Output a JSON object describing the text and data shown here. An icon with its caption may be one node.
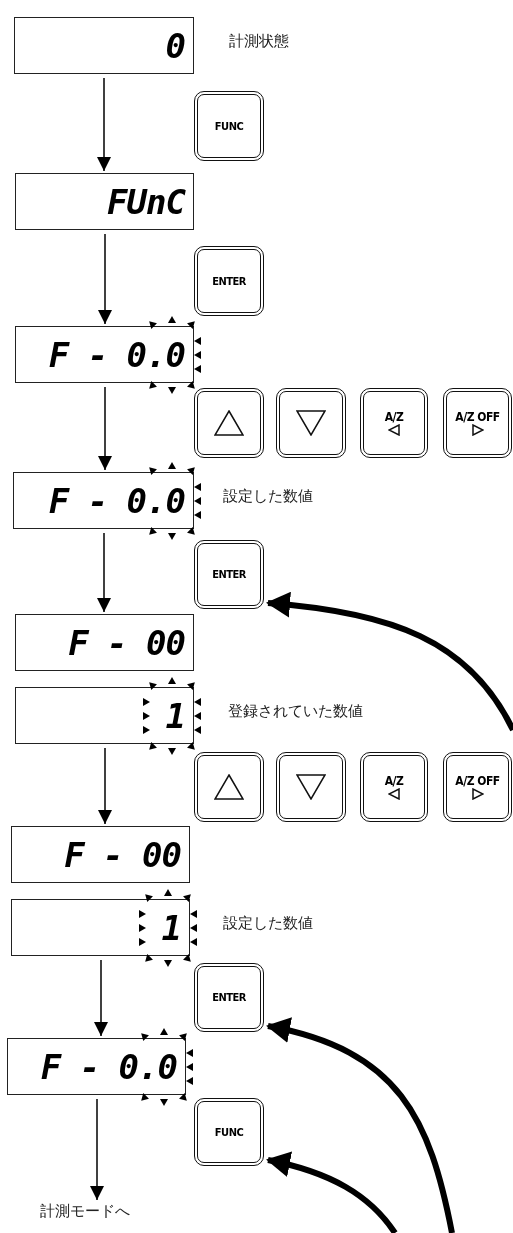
{
  "diagram": {
    "nodes": [
      {
        "text": [
          "0"
        ],
        "beside": [
          "計測状態"
        ]
      },
      {
        "text": [
          "FUNC"
        ]
      },
      {
        "text": [
          "FUnC"
        ]
      },
      {
        "text": [
          "ENTER"
        ]
      },
      {
        "text": [
          "F - 0.0"
        ]
      },
      {
        "text": [],
        "shape": "box"
      },
      {
        "text": [],
        "shape": "box"
      },
      {
        "text": [
          "A/Z"
        ]
      },
      {
        "text": [
          "A/Z OFF"
        ]
      },
      {
        "text": [
          "F - 0.0"
        ],
        "beside": [
          "設定した数値"
        ]
      },
      {
        "text": [
          "ENTER"
        ]
      },
      {
        "text": [
          "F - 00"
        ]
      },
      {
        "text": [
          "1"
        ],
        "beside": [
          "登録されていた数値"
        ]
      },
      {
        "text": [],
        "shape": "box"
      },
      {
        "text": [],
        "shape": "box"
      },
      {
        "text": [
          "A/Z"
        ]
      },
      {
        "text": [
          "A/Z OFF"
        ]
      },
      {
        "text": [
          "F - 00"
        ]
      },
      {
        "text": [
          "1"
        ],
        "beside": [
          "設定した数値"
        ]
      },
      {
        "text": [
          "ENTER"
        ]
      },
      {
        "text": [
          "F - 0.0"
        ]
      },
      {
        "text": [
          "FUNC"
        ]
      },
      {
        "text": [
          "計測モードへ"
        ]
      }
    ],
    "edges": [
      {
        "from": 0,
        "to": 2,
        "arrow": "to"
      },
      {
        "from": 2,
        "to": 4,
        "arrow": "to"
      },
      {
        "from": 4,
        "to": 9,
        "arrow": "to"
      },
      {
        "from": 9,
        "to": 11,
        "arrow": "to"
      },
      {
        "from": 12,
        "to": 17,
        "arrow": "to"
      },
      {
        "from": 18,
        "to": 20,
        "arrow": "to"
      },
      {
        "from": 20,
        "to": 22,
        "arrow": "to"
      },
      {
        "from": null,
        "to": 10,
        "arrow": "to",
        "style": "thick"
      },
      {
        "from": null,
        "to": 19,
        "arrow": "to",
        "style": "thick"
      },
      {
        "from": null,
        "to": 21,
        "arrow": "to",
        "style": "thick"
      }
    ]
  }
}
